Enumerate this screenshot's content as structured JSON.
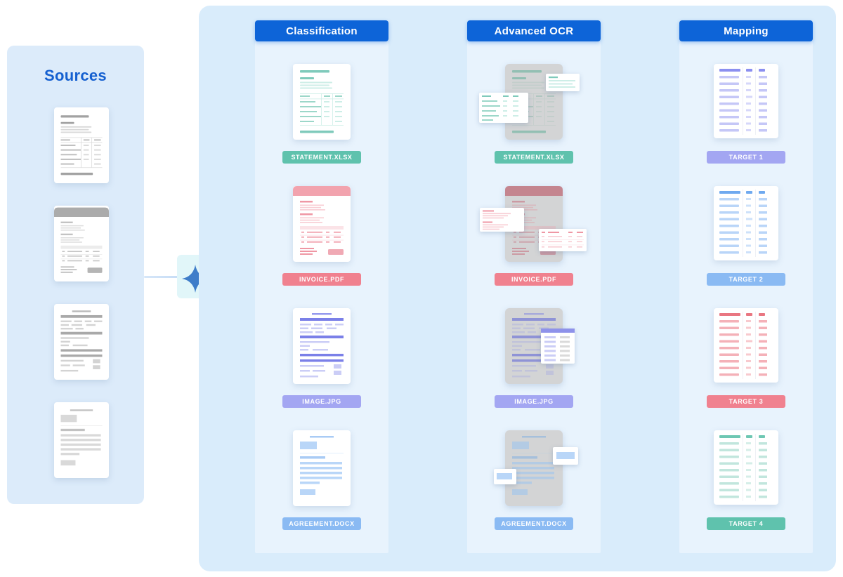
{
  "sources": {
    "title": "Sources"
  },
  "pipeline": {
    "stages": [
      {
        "label": "Classification"
      },
      {
        "label": "Advanced OCR"
      },
      {
        "label": "Mapping"
      }
    ]
  },
  "classification": {
    "items": [
      {
        "label": "STATEMENT.XLSX",
        "color": "#5fc2ad"
      },
      {
        "label": "INVOICE.PDF",
        "color": "#f0818f"
      },
      {
        "label": "IMAGE.JPG",
        "color": "#a3a6f2"
      },
      {
        "label": "AGREEMENT.DOCX",
        "color": "#8abaf3"
      }
    ]
  },
  "advanced_ocr": {
    "items": [
      {
        "label": "STATEMENT.XLSX",
        "color": "#5fc2ad"
      },
      {
        "label": "INVOICE.PDF",
        "color": "#f0818f"
      },
      {
        "label": "IMAGE.JPG",
        "color": "#a3a6f2"
      },
      {
        "label": "AGREEMENT.DOCX",
        "color": "#8abaf3"
      }
    ]
  },
  "mapping": {
    "items": [
      {
        "label": "TARGET 1",
        "color": "#a3a6f2"
      },
      {
        "label": "TARGET 2",
        "color": "#8abaf3"
      },
      {
        "label": "TARGET 3",
        "color": "#f0818f"
      },
      {
        "label": "TARGET 4",
        "color": "#5fc2ad"
      }
    ]
  },
  "icons": {
    "ai_sparkle": "sparkle-icon"
  },
  "colors": {
    "stage_header": "#0d64d8",
    "sources_title": "#1560d0",
    "sources_panel": "#dcebfa",
    "main_panel": "#d9ecfb",
    "column_panel": "#e8f3fd",
    "connector": "#a6c9f2",
    "sparkle": "#3e7dc9"
  }
}
